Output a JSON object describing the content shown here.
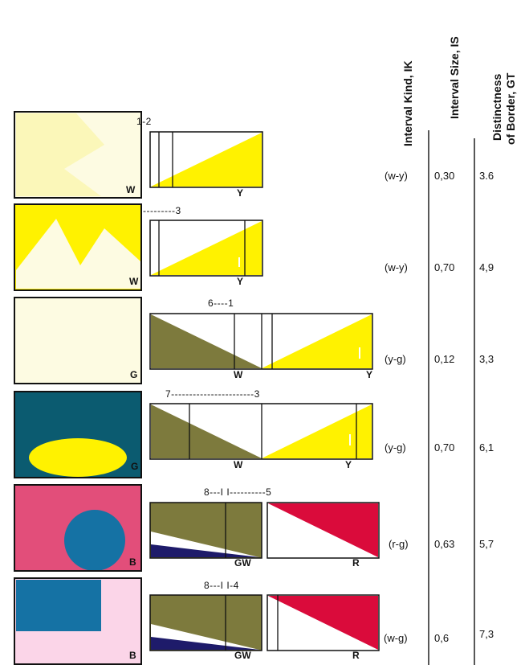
{
  "headers": {
    "interval_kind": "Interval Kind, IK",
    "interval_size": "Interval Size, IS",
    "distinctness_line1": "Distinctness",
    "distinctness_line2": "of Border, GT"
  },
  "colors": {
    "white": "#ffffff",
    "cream": "#fdfbe2",
    "pale_yellow": "#fbf7b9",
    "yellow": "#fff200",
    "olive": "#7d7a3d",
    "teal": "#0b5b70",
    "blue": "#1572a4",
    "pink": "#e24e7a",
    "light_pink": "#fbd5e8",
    "navy": "#1e1b6a",
    "red": "#da0b3b"
  },
  "rows": [
    {
      "swatch_label": "W",
      "scale_labels": [
        "Y"
      ],
      "marker_text": "1-2",
      "interval_kind": "(w-y)",
      "interval_size": "0,30",
      "distinctness": "3.6"
    },
    {
      "swatch_label": "W",
      "scale_labels": [
        "Y"
      ],
      "marker_text": "---------3",
      "interval_kind": "(w-y)",
      "interval_size": "0,70",
      "distinctness": "4,9"
    },
    {
      "swatch_label": "G",
      "scale_labels": [
        "W",
        "Y"
      ],
      "marker_text": "6----1",
      "interval_kind": "(y-g)",
      "interval_size": "0,12",
      "distinctness": "3,3"
    },
    {
      "swatch_label": "G",
      "scale_labels": [
        "W",
        "Y"
      ],
      "marker_text": "7-----------------------3",
      "interval_kind": "(y-g)",
      "interval_size": "0,70",
      "distinctness": "6,1"
    },
    {
      "swatch_label": "B",
      "scale_labels": [
        "GW",
        "R"
      ],
      "marker_text": "8---I    I----------5",
      "interval_kind": "(r-g)",
      "interval_size": "0,63",
      "distinctness": "5,7"
    },
    {
      "swatch_label": "B",
      "scale_labels": [
        "GW",
        "R"
      ],
      "marker_text": "8---I    I-4",
      "interval_kind": "(w-g)",
      "interval_size": "0,6",
      "distinctness": "7,3"
    }
  ]
}
